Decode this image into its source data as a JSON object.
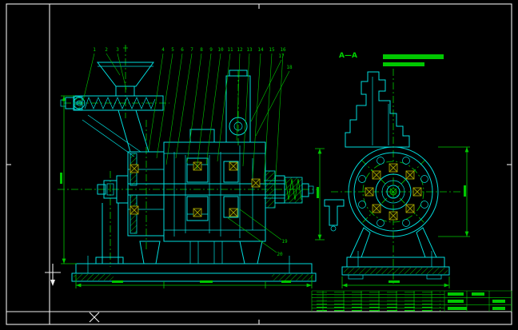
{
  "drawing": {
    "type": "cad-assembly-drawing",
    "section_label": "A—A",
    "callouts": [
      "1",
      "2",
      "3",
      "4",
      "5",
      "6",
      "7",
      "8",
      "9",
      "10",
      "11",
      "12",
      "13",
      "14",
      "15",
      "16",
      "17",
      "18",
      "19",
      "20"
    ],
    "colors": {
      "geometry": "#00dcdc",
      "annotation": "#00c800",
      "frame": "#ececec",
      "bearing_hatch": "#b0b000",
      "background": "#000000"
    }
  }
}
